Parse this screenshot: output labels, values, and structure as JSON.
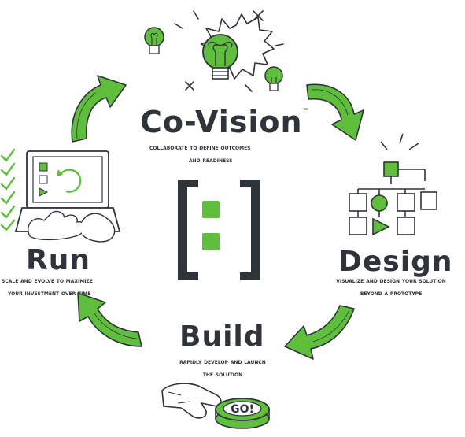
{
  "colors": {
    "accent_green": "#5fbf3c",
    "ink_dark": "#2f333a"
  },
  "covision": {
    "title": "Co-Vision",
    "trademark": "™",
    "description_line1": "Collaborate to define outcomes",
    "description_line2": "and readiness"
  },
  "design": {
    "title": "Design",
    "description_line1": "Visualize and design your solution",
    "description_line2": "beyond a prototype"
  },
  "build": {
    "title": "Build",
    "description_line1": "Rapidly develop and launch",
    "description_line2": "the solution",
    "button_label": "GO!"
  },
  "run": {
    "title": "Run",
    "description_line1": "Scale and evolve to maximize",
    "description_line2": "your investment over time"
  },
  "icons": {
    "center": "bracket-logo-icon",
    "covision": "lightbulb-icon",
    "design": "flowchart-icon",
    "build": "hand-pressing-go-button-icon",
    "run": "laptop-checklist-icon"
  }
}
